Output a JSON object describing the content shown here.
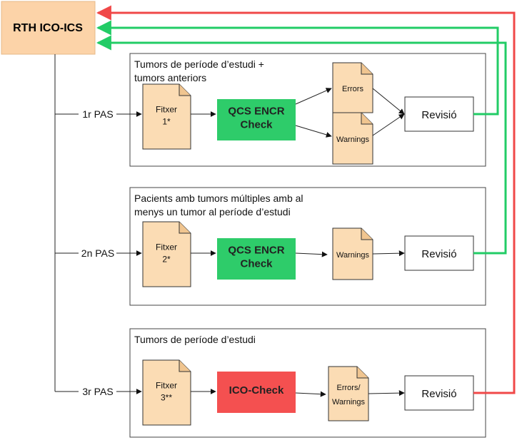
{
  "source": {
    "label": "RTH ICO-ICS"
  },
  "steps": [
    {
      "label": "1r PAS",
      "panel_lines": [
        "Tumors de període d’estudi +",
        "tumors anteriors"
      ],
      "file_lines": [
        "Fitxer",
        "1*"
      ],
      "check_lines": [
        "QCS ENCR",
        "Check"
      ],
      "check_color": "#2ecc6a",
      "outputs": [
        {
          "lines": [
            "Errors"
          ]
        },
        {
          "lines": [
            "Warnings"
          ]
        }
      ],
      "review": "Revisió",
      "feedback_color": "#22cc66"
    },
    {
      "label": "2n PAS",
      "panel_lines": [
        "Pacients amb tumors múltiples amb al",
        "menys un tumor al període d’estudi"
      ],
      "file_lines": [
        "Fitxer",
        "2*"
      ],
      "check_lines": [
        "QCS ENCR",
        "Check"
      ],
      "check_color": "#2ecc6a",
      "outputs": [
        {
          "lines": [
            "Warnings"
          ]
        }
      ],
      "review": "Revisió",
      "feedback_color": "#22cc66"
    },
    {
      "label": "3r PAS",
      "panel_lines": [
        "Tumors de període d’estudi"
      ],
      "file_lines": [
        "Fitxer",
        "3**"
      ],
      "check_lines": [
        "ICO-Check"
      ],
      "check_color": "#f45050",
      "outputs": [
        {
          "lines": [
            "Errors/",
            "Warnings"
          ]
        }
      ],
      "review": "Revisió",
      "feedback_color": "#f04848"
    }
  ],
  "colors": {
    "doc_fill": "#fbdcb4",
    "source_fill": "#fcd3a8",
    "line": "#222222"
  }
}
